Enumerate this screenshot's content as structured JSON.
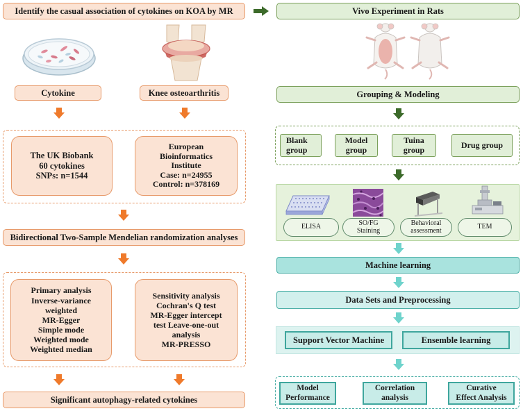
{
  "left": {
    "title": "Identify the casual association of cytokines on KOA by MR",
    "cytokine": "Cytokine",
    "koa": "Knee osteoarthritis",
    "ukb": [
      "The UK Biobank",
      "60 cytokines",
      "SNPs: n=1544"
    ],
    "ebi": [
      "European",
      "Bioinformatics",
      "Institute",
      "Case: n=24955",
      "Control: n=378169"
    ],
    "bidirectional": "Bidirectional Two-Sample Mendelian randomization analyses",
    "primary": [
      "Primary analysis",
      "Inverse-variance",
      "weighted",
      "MR-Egger",
      "Simple mode",
      "Weighted mode",
      "Weighted median"
    ],
    "sensitivity": [
      "Sensitivity analysis",
      "Cochran's Q test",
      "MR-Egger intercept",
      "test  Leave-one-out",
      "analysis",
      "MR-PRESSO"
    ],
    "result": "Significant autophagy-related cytokines"
  },
  "right": {
    "title": "Vivo Experiment in Rats",
    "grouping": "Grouping & Modeling",
    "groups": [
      [
        "Blank",
        "group"
      ],
      [
        "Model",
        "group"
      ],
      [
        "Tuina",
        "group"
      ],
      [
        "Drug group"
      ]
    ],
    "assays": [
      "ELISA",
      [
        "SO/FG",
        "Staining"
      ],
      [
        "Behavioral",
        "assessment"
      ],
      "TEM"
    ],
    "ml": "Machine learning",
    "datasets": "Data Sets and Preprocessing",
    "methods": [
      "Support Vector Machine",
      "Ensemble learning"
    ],
    "outputs": [
      [
        "Model",
        "Performance"
      ],
      [
        "Correlation",
        "analysis"
      ],
      [
        "Curative",
        "Effect Analysis"
      ]
    ]
  },
  "colors": {
    "orange_arrow": "#ef7a2b",
    "green_arrow": "#3c6a2a",
    "teal_arrow": "#6fd3cc"
  }
}
